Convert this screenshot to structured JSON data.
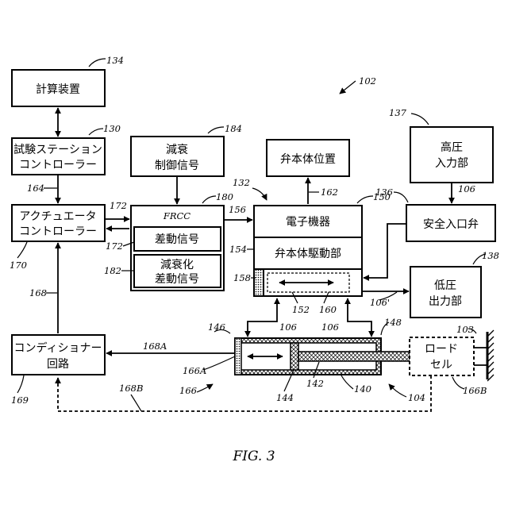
{
  "figure": {
    "caption": "FIG. 3",
    "system_ref": "102"
  },
  "blocks": {
    "computer": {
      "label": "計算装置",
      "ref": "134"
    },
    "test_station": {
      "line1": "試験ステーション",
      "line2": "コントローラー",
      "ref": "130"
    },
    "actuator_ctrl": {
      "line1": "アクチュエータ",
      "line2": "コントローラー",
      "ref": "170"
    },
    "conditioner": {
      "line1": "コンディショナー",
      "line2": "回路",
      "ref": "169"
    },
    "attenuation_ctrl": {
      "line1": "減衰",
      "line2": "制御信号",
      "ref": "184"
    },
    "frcc": {
      "label": "FRCC",
      "ref": "180"
    },
    "diff_signal": {
      "label": "差動信号",
      "ref": "172"
    },
    "att_diff_signal": {
      "line1": "減衰化",
      "line2": "差動信号",
      "ref": "182"
    },
    "valve_position": {
      "label": "弁本体位置",
      "ref": "162"
    },
    "electronics": {
      "label": "電子機器",
      "ref": "150"
    },
    "valve_driver": {
      "label": "弁本体駆動部",
      "ref": "154"
    },
    "high_pressure": {
      "line1": "高圧",
      "line2": "入力部",
      "ref": "137"
    },
    "safety_valve": {
      "label": "安全入口弁",
      "ref": "136"
    },
    "low_pressure": {
      "line1": "低圧",
      "line2": "出力部",
      "ref": "138"
    },
    "load_cell": {
      "line1": "ロード",
      "line2": "セル",
      "ref": "166B"
    }
  },
  "refs": {
    "r164": "164",
    "r172_in": "172",
    "r156": "156",
    "r132": "132",
    "r106_hp": "106",
    "r158": "158",
    "r152": "152",
    "r160": "160",
    "r106_prime": "106'",
    "r168": "168",
    "r168a": "168A",
    "r146": "146",
    "r106_l": "106",
    "r106_r": "106",
    "r148": "148",
    "r103": "103",
    "r166a": "166A",
    "r166": "166",
    "r144": "144",
    "r142": "142",
    "r140": "140",
    "r104": "104",
    "r168b": "168B"
  }
}
